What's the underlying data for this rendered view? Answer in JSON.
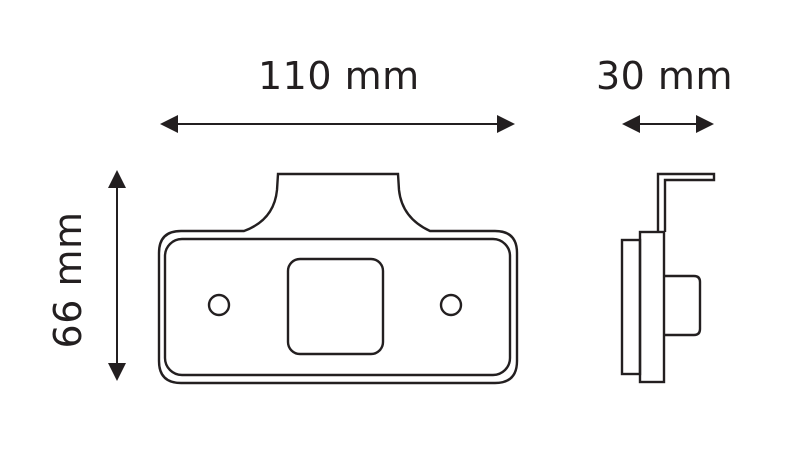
{
  "diagram": {
    "type": "technical-dimension-drawing",
    "subject": "marker lamp with mounting bracket",
    "line_color": "#231f20",
    "background": "#ffffff",
    "views": [
      {
        "name": "front-view",
        "features": [
          "outer rounded housing",
          "inner rounded lens border",
          "top mounting tab",
          "center square lens",
          "two screw holes"
        ]
      },
      {
        "name": "side-view",
        "features": [
          "L-shaped bracket",
          "housing body",
          "back plate",
          "rear connector knob"
        ]
      }
    ],
    "dimensions": {
      "width": {
        "label": "110 mm",
        "value": 110,
        "unit": "mm",
        "orientation": "horizontal"
      },
      "depth": {
        "label": "30 mm",
        "value": 30,
        "unit": "mm",
        "orientation": "horizontal"
      },
      "height": {
        "label": "66 mm",
        "value": 66,
        "unit": "mm",
        "orientation": "vertical"
      }
    }
  }
}
